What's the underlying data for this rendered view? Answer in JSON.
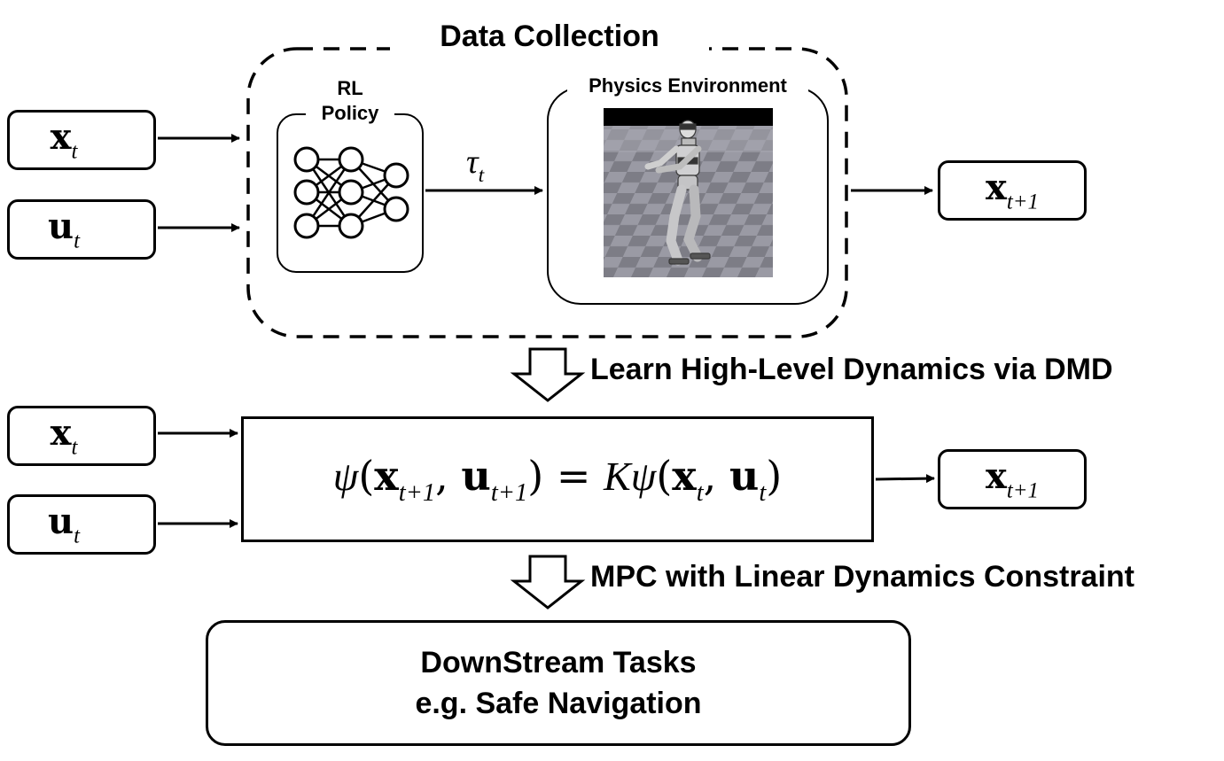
{
  "data_collection": {
    "title": "Data Collection"
  },
  "rl_policy": {
    "line1": "RL",
    "line2": "Policy"
  },
  "physics_env": {
    "title": "Physics Environment"
  },
  "signals": {
    "state_base": "x",
    "state_sub": "t",
    "input_base": "u",
    "input_sub": "t",
    "torque_base": "τ",
    "torque_sub": "t",
    "next_state_base": "x",
    "next_state_sub": "t+1"
  },
  "step_dmd": {
    "label": "Learn High-Level Dynamics via DMD"
  },
  "equation": {
    "lhs_psi": "ψ",
    "lhs_args_x": "x",
    "lhs_args_x_sub": "t+1",
    "lhs_args_u": "u",
    "lhs_args_u_sub": "t+1",
    "equals": "=",
    "K": "K",
    "rhs_psi": "ψ",
    "rhs_args_x": "x",
    "rhs_args_x_sub": "t",
    "rhs_args_u": "u",
    "rhs_args_u_sub": "t"
  },
  "step_mpc": {
    "label": "MPC with Linear Dynamics Constraint"
  },
  "downstream": {
    "line1": "DownStream Tasks",
    "line2": "e.g. Safe Navigation"
  }
}
